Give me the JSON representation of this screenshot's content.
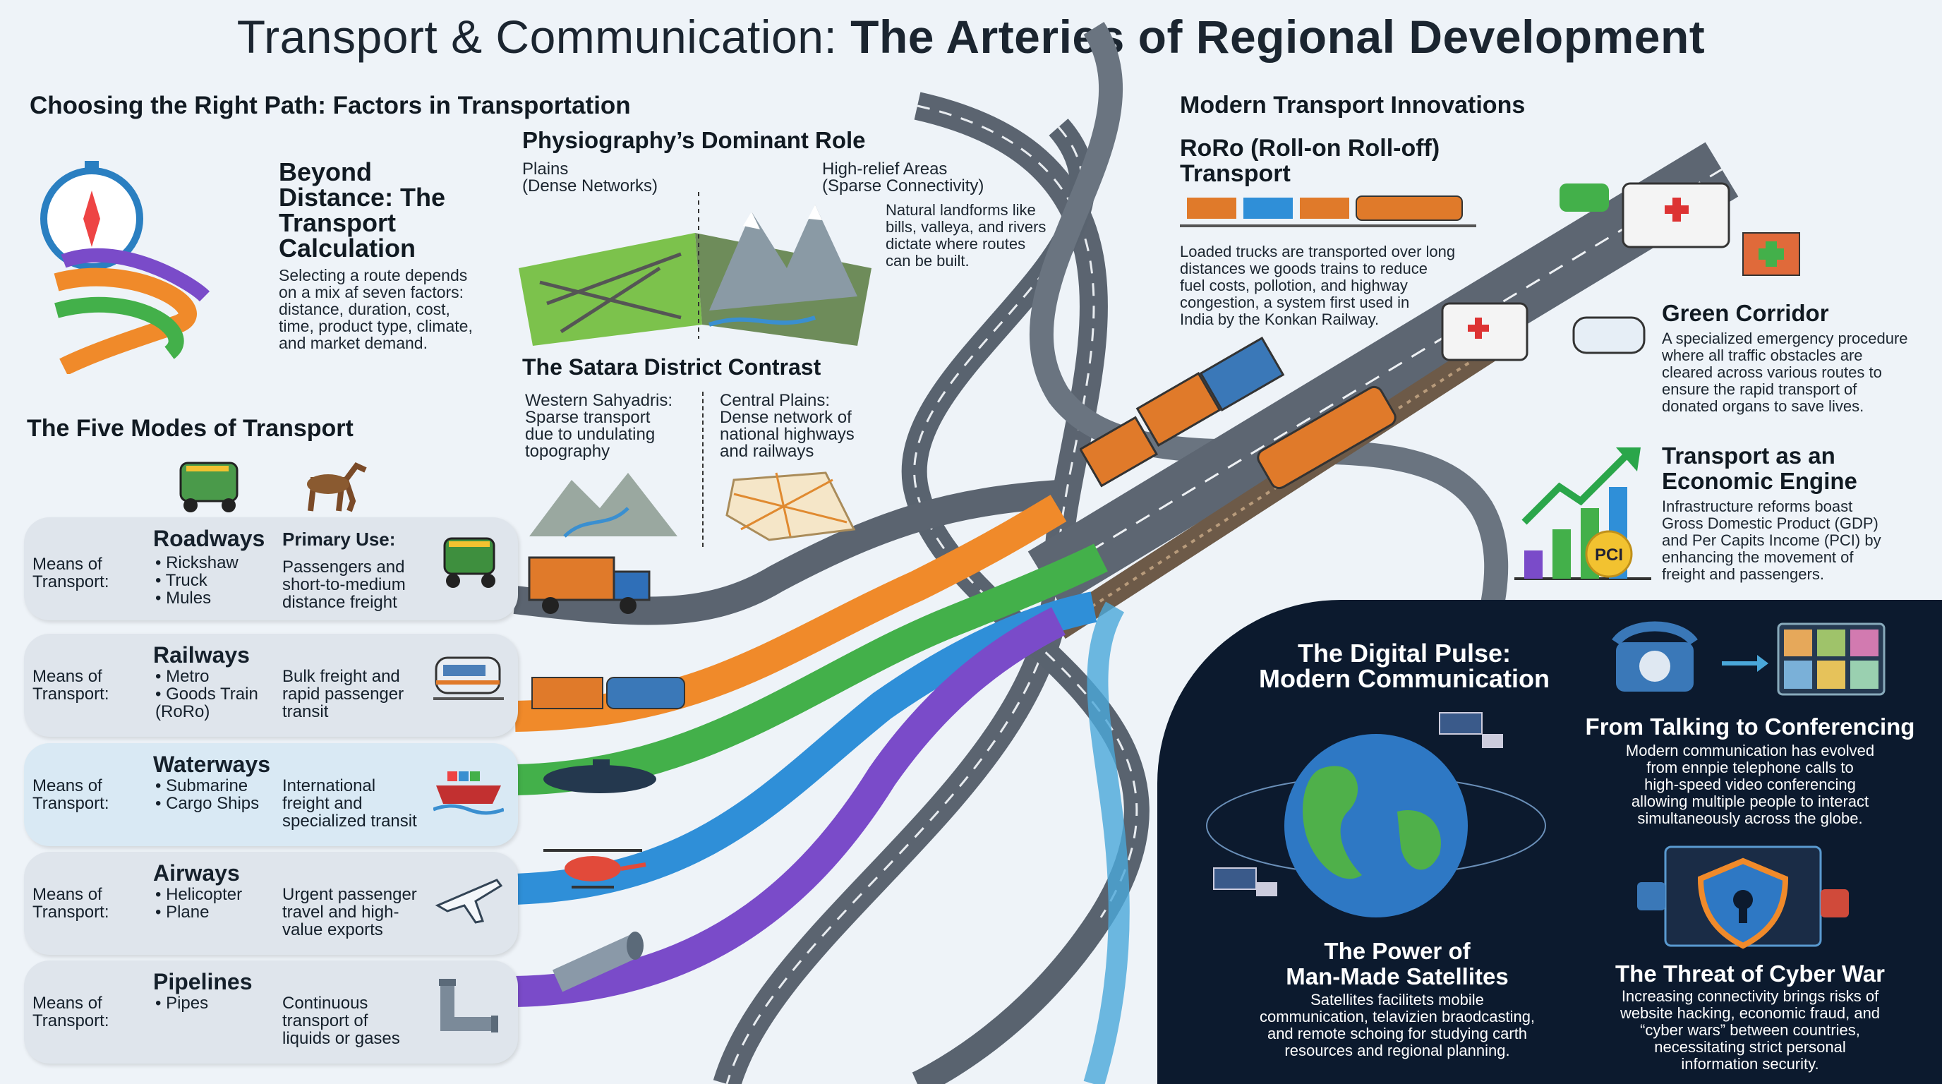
{
  "title": {
    "light": "Transport & Communication: ",
    "bold": "The Arteries of Regional Development"
  },
  "factors": {
    "heading": "Choosing the Right Path: Factors in Transportation",
    "beyond_title": [
      "Beyond",
      "Distance: The",
      "Transport",
      "Calculation"
    ],
    "beyond_body": [
      "Selecting a route depends",
      "on a mix af seven factors:",
      "distance, duration, cost,",
      "time, product type, climate,",
      "and market demand."
    ]
  },
  "physiography": {
    "heading": "Physiography’s Dominant Role",
    "plains_label": [
      "Plains",
      "(Dense Networks)"
    ],
    "relief_label": [
      "High-relief Areas",
      "(Sparse Connectivity)"
    ],
    "relief_body": [
      "Natural landforms like",
      "bills, valleya, and rivers",
      "dictate where routes",
      "can be built."
    ]
  },
  "satara": {
    "heading": "The Satara District Contrast",
    "western": [
      "Western Sahyadris:",
      "Sparse transport",
      "due to undulating",
      "topography"
    ],
    "central": [
      "Central Plains:",
      "Dense network of",
      "national highways",
      "and railways"
    ]
  },
  "five_modes": {
    "heading": "The Five Modes of Transport",
    "means_label": [
      "Means of",
      "Transport:"
    ],
    "primary_use_label": "Primary Use:",
    "modes": [
      {
        "name": "Roadways",
        "items": [
          "• Rickshaw",
          "• Truck",
          "• Mules"
        ],
        "use": [
          "Passengers and",
          "short-to-medium",
          "distance freight"
        ]
      },
      {
        "name": "Railways",
        "items": [
          "• Metro",
          "• Goods Train",
          "  (RoRo)"
        ],
        "use": [
          "Bulk freight and",
          "rapid passenger",
          "transit"
        ]
      },
      {
        "name": "Waterways",
        "items": [
          "• Submarine",
          "• Cargo Ships"
        ],
        "use": [
          "International",
          "freight and",
          "specialized transit"
        ]
      },
      {
        "name": "Airways",
        "items": [
          "• Helicopter",
          "• Plane"
        ],
        "use": [
          "Urgent passenger",
          "travel and high-",
          "value exports"
        ]
      },
      {
        "name": "Pipelines",
        "items": [
          "• Pipes"
        ],
        "use": [
          "Continuous",
          "transport of",
          "liquids or gases"
        ]
      }
    ]
  },
  "innovations": {
    "heading": "Modern Transport Innovations",
    "roro_title": [
      "RoRo (Roll-on Roll-off)",
      "Transport"
    ],
    "roro_body": [
      "Loaded trucks are transported over long",
      "distances we goods trains to reduce",
      "fuel costs, pollotion, and highway",
      "congestion, a system first used in",
      "India by the Konkan Railway."
    ],
    "green_title": "Green Corridor",
    "green_body": [
      "A specialized emergency procedure",
      "where all traffic obstacles are",
      "cleared across various routes to",
      "ensure the rapid transport of",
      "donated organs to save lives."
    ],
    "engine_title": [
      "Transport as an",
      "Economic Engine"
    ],
    "engine_body": [
      "Infrastructure reforms boast",
      "Gross Domestic Product (GDP)",
      "and Per Capits Income (PCI) by",
      "enhancing the movement of",
      "freight and passengers."
    ],
    "pci_badge": "PCI"
  },
  "digital": {
    "heading": [
      "The Digital Pulse:",
      "Modern Communication"
    ],
    "satellites_title": [
      "The Power of",
      "Man-Made Satellites"
    ],
    "satellites_body": [
      "Satellites facilitets mobile",
      "communication, telavizien braodcasting,",
      "and remote schoing for studying carth",
      "resources and regional planning."
    ],
    "talking_title": "From Talking to Conferencing",
    "talking_body": [
      "Modern communication has evolved",
      "from ennpie telephone calls to",
      "high-speed video conferencing",
      "allowing multiple people to interact",
      "simultaneously across the globe."
    ],
    "cyber_title": "The Threat of Cyber War",
    "cyber_body": [
      "Increasing connectivity brings risks of",
      "website hacking, economic fraud, and",
      "“cyber wars” between countries,",
      "necessitating strict personal",
      "information security."
    ]
  },
  "colors": {
    "road_orange": "#f08a2a",
    "road_green": "#43b04a",
    "road_blue": "#2f8fd8",
    "road_purple": "#7a4bc9",
    "dark_panel": "#0c1a2e"
  }
}
